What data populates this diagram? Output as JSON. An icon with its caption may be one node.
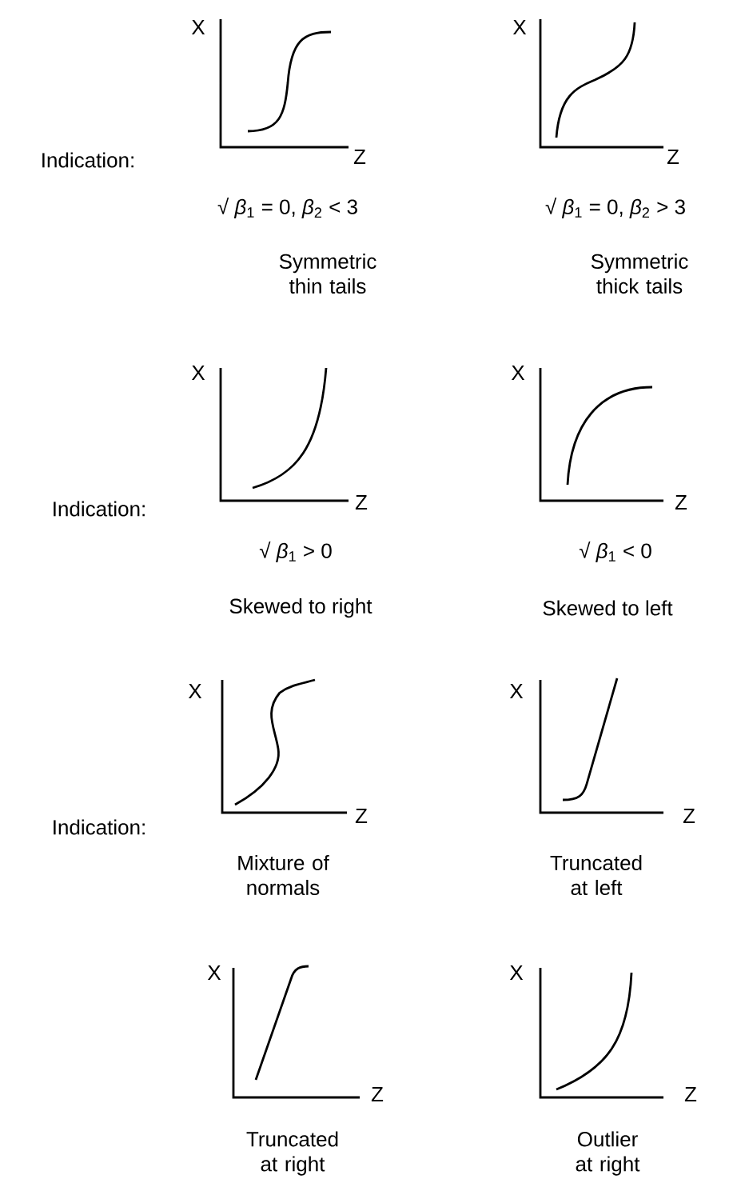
{
  "diagram": {
    "labels": [
      "X",
      "X",
      "Indication:",
      "Z",
      "Z",
      "√ *β*$_{1}$ = 0, *β*$_{2}$ < 3",
      "√ *β*$_{1}$ = 0, *β*$_{2}$ > 3",
      "Symmetric thin tails",
      "Symmetric thick tails",
      "X",
      "X",
      "Indication:",
      "Z",
      "Z",
      "√ *β*$_{1}$ > 0",
      "√ *β*$_{1}$ < 0",
      "Skewed to right",
      "Skewed to left",
      "X",
      "X",
      "Indication:",
      "Z",
      "Z",
      "Mixture of normals",
      "Truncated at left",
      "X",
      "X",
      "Z",
      "Z",
      "Truncated at right",
      "Outlier at right"
    ]
  }
}
